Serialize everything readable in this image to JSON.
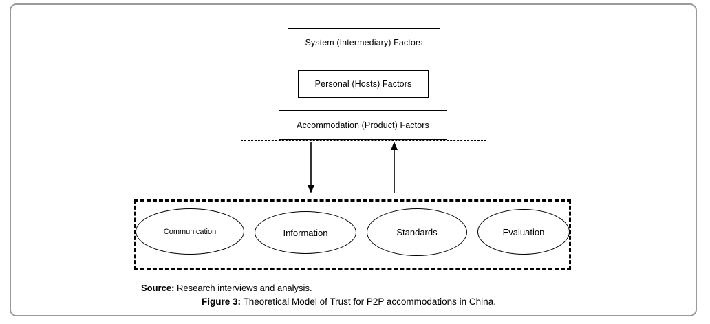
{
  "figure": {
    "top_group": {
      "boxes": [
        {
          "label": "System (Intermediary) Factors"
        },
        {
          "label": "Personal (Hosts) Factors"
        },
        {
          "label": "Accommodation (Product) Factors"
        }
      ]
    },
    "arrows": [
      {
        "direction": "down"
      },
      {
        "direction": "up"
      }
    ],
    "bottom_group": {
      "ellipses": [
        {
          "label": "Communication"
        },
        {
          "label": "Information"
        },
        {
          "label": "Standards"
        },
        {
          "label": "Evaluation"
        }
      ]
    },
    "source_label": "Source:",
    "source_text": " Research interviews and analysis.",
    "figure_label": "Figure 3:",
    "figure_text": " Theoretical Model of Trust for P2P accommodations in China."
  },
  "colors": {
    "line": "#000000",
    "frame_border": "#9a9a9a",
    "background": "#ffffff"
  }
}
